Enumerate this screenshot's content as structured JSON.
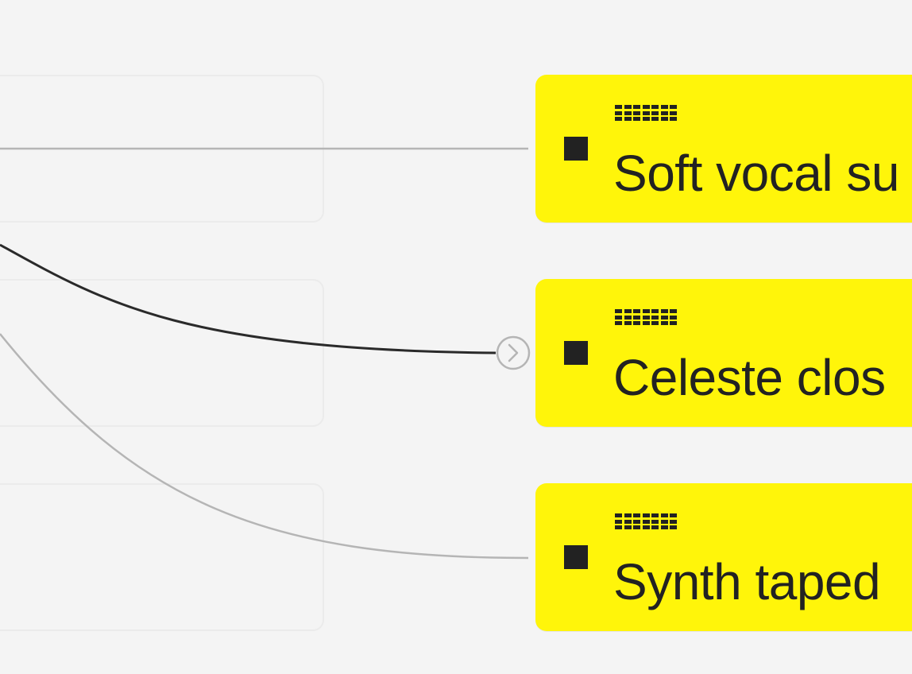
{
  "nodes": [
    {
      "label": "Soft vocal su",
      "icon": "square-icon"
    },
    {
      "label": "Celeste clos",
      "icon": "square-icon"
    },
    {
      "label": "Synth taped",
      "icon": "square-icon"
    }
  ],
  "colors": {
    "canvas_background": "#f4f4f4",
    "node_fill": "#fff50a",
    "node_text": "#222222",
    "connector_active": "#2a2a2a",
    "connector_inactive": "#b5b5b5",
    "ghost_border": "#ebebeb"
  }
}
